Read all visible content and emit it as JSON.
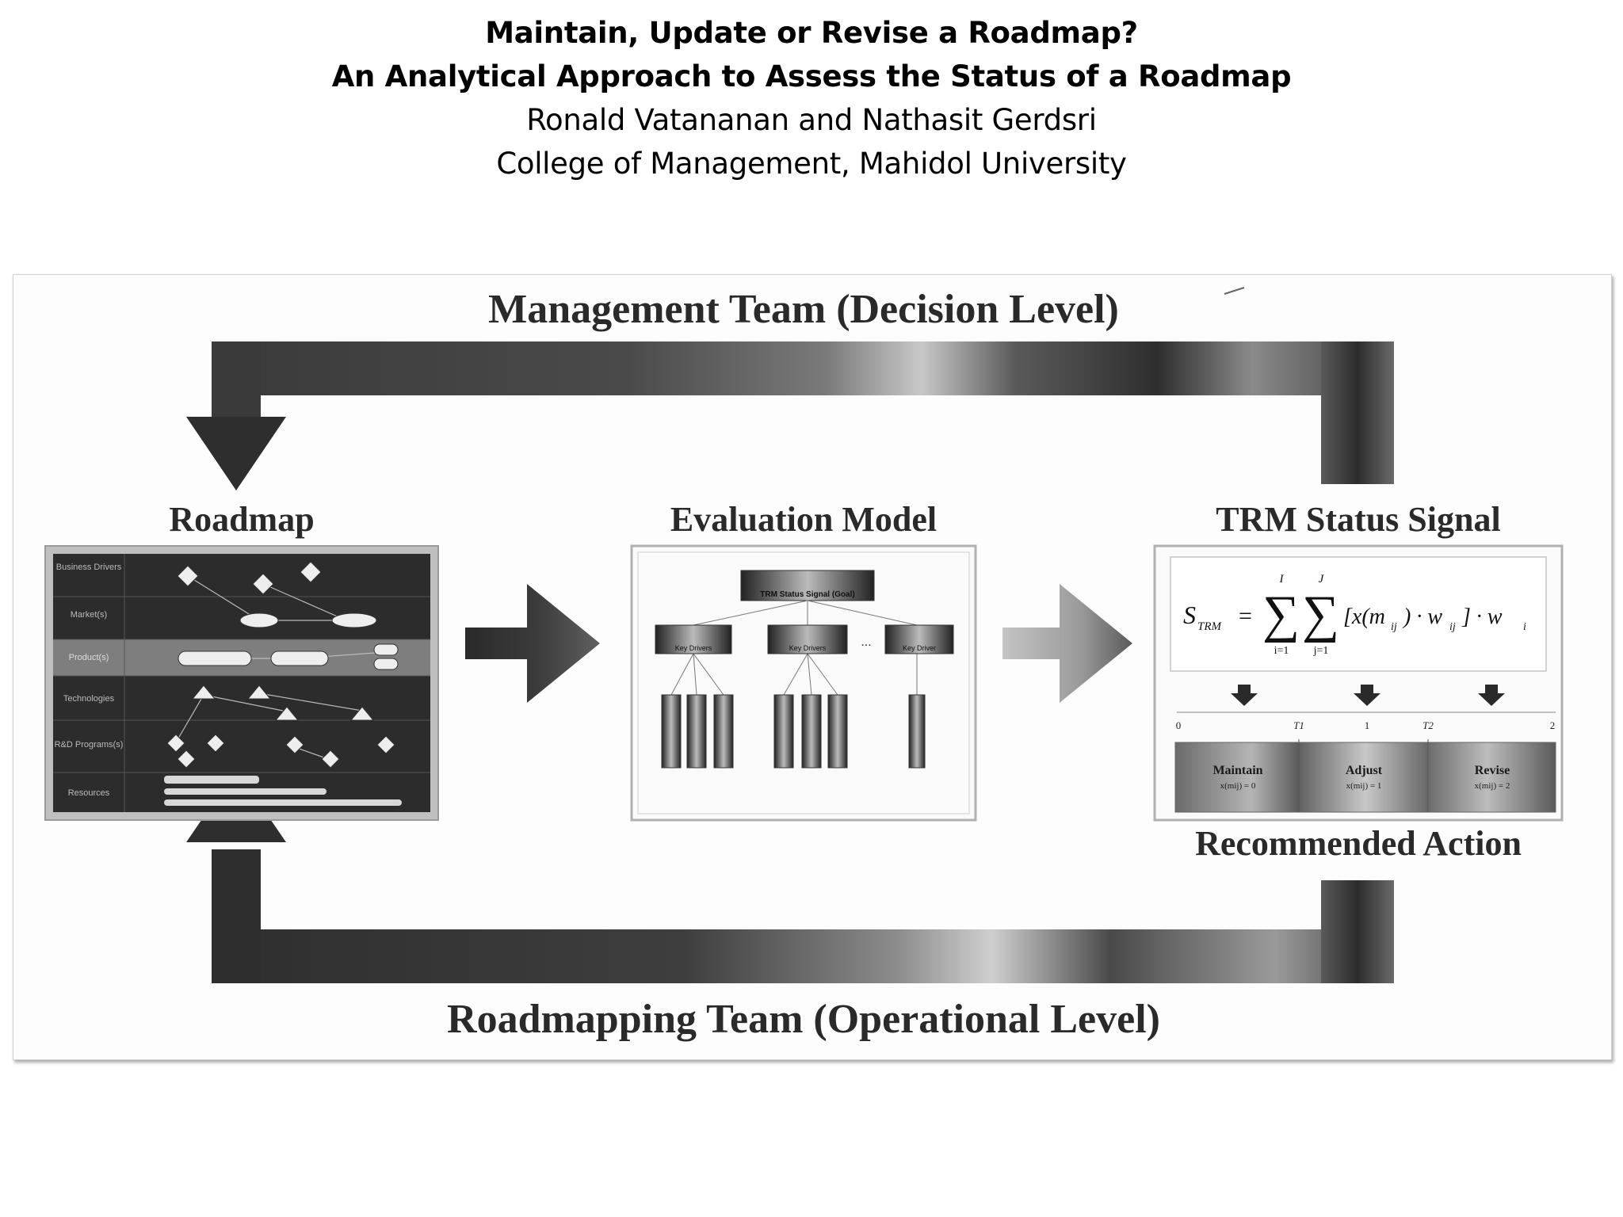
{
  "header": {
    "title_line1": "Maintain, Update or Revise a Roadmap?",
    "title_line2": "An Analytical Approach to Assess the Status of a Roadmap",
    "authors": "Ronald Vatananan and Nathasit Gerdsri",
    "affiliation": "College of Management, Mahidol University"
  },
  "diagram": {
    "top_label": "Management Team (Decision Level)",
    "bottom_label": "Roadmapping Team (Operational Level)",
    "roadmap": {
      "title": "Roadmap",
      "rows": [
        "Business Drivers",
        "Market(s)",
        "Product(s)",
        "Technologies",
        "R&D Programs(s)",
        "Resources"
      ]
    },
    "evaluation": {
      "title": "Evaluation Model",
      "top_box": "TRM Status Signal (Goal)",
      "criteria": [
        "Key Drivers",
        "Key Drivers",
        "Key Driver"
      ],
      "ellipsis": "..."
    },
    "status": {
      "title": "TRM Status Signal",
      "formula": {
        "lhs": "S",
        "lhs_sub": "TRM",
        "eq": "=",
        "sum1_upper": "I",
        "sum1_lower": "i=1",
        "sum2_upper": "J",
        "sum2_lower": "j=1",
        "body": "[x(m",
        "body_sub": "ij",
        "body_mid": ") · w",
        "body_sub2": "ij",
        "body_end": "] · w",
        "body_sub3": "i"
      },
      "scale_ticks": [
        "0",
        "T1",
        "1",
        "T2",
        "2"
      ],
      "actions": [
        {
          "name": "Maintain",
          "rule": "x(mij) = 0"
        },
        {
          "name": "Adjust",
          "rule": "x(mij) = 1"
        },
        {
          "name": "Revise",
          "rule": "x(mij) = 2"
        }
      ],
      "footer": "Recommended Action"
    }
  }
}
